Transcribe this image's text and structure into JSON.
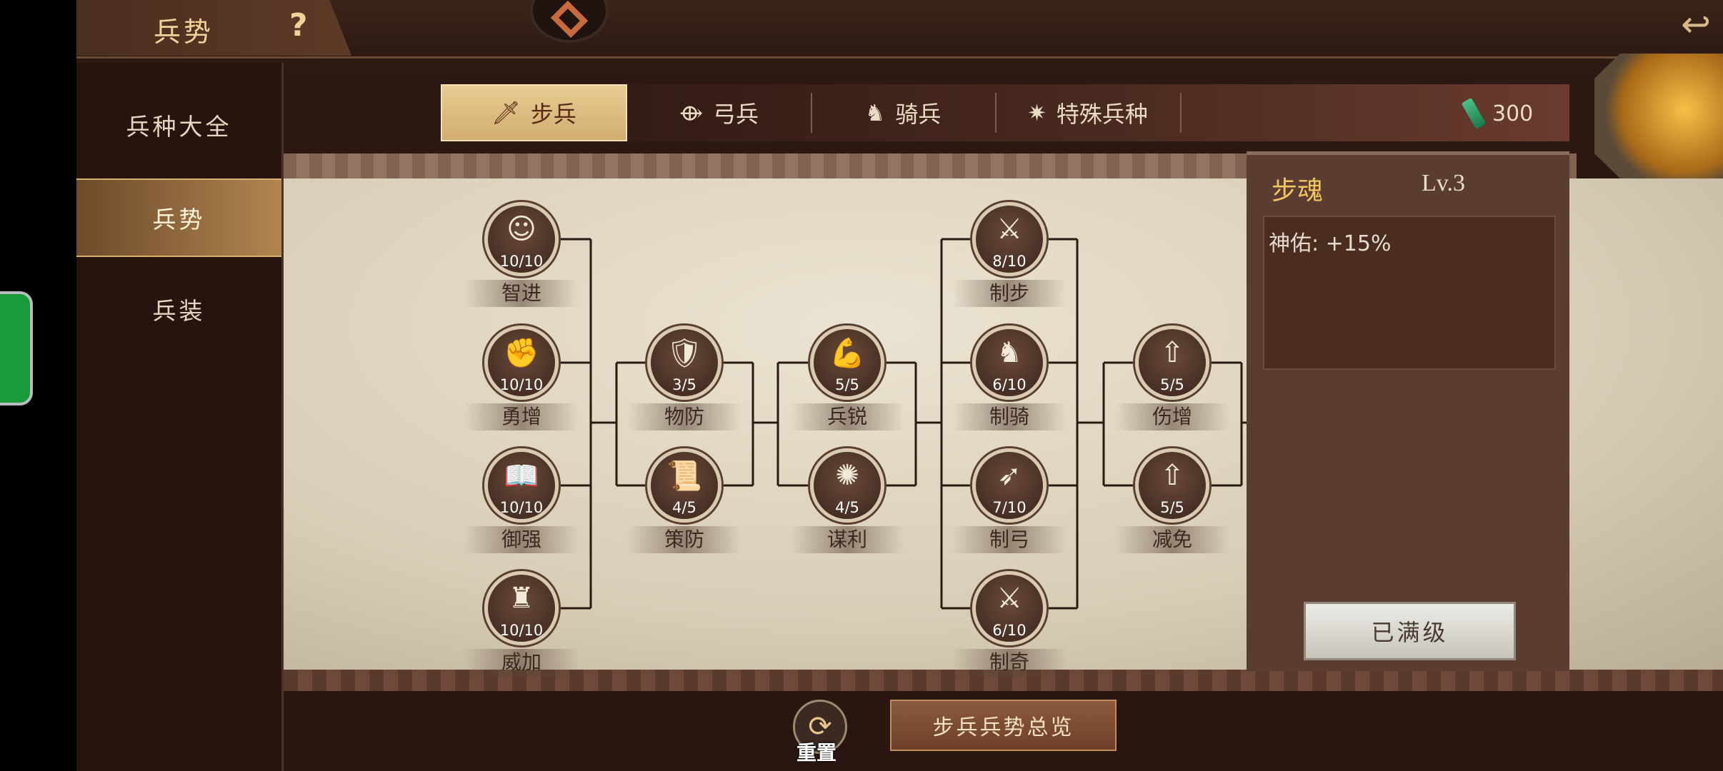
{
  "header": {
    "title": "兵势",
    "help": "?",
    "back_icon": "back-arrow-icon"
  },
  "sidebar": {
    "items": [
      {
        "label": "兵种大全"
      },
      {
        "label": "兵势",
        "selected": true
      },
      {
        "label": "兵装"
      }
    ]
  },
  "tabs": [
    {
      "label": "步兵",
      "icon": "🗡",
      "selected": true
    },
    {
      "label": "弓兵",
      "icon": "⟴"
    },
    {
      "label": "骑兵",
      "icon": "♞"
    },
    {
      "label": "特殊兵种",
      "icon": "✷"
    }
  ],
  "currency": {
    "value": "300",
    "icon": "bamboo-scroll-icon"
  },
  "nodes": [
    {
      "name": "智进",
      "level": "10/10",
      "glyph": "☺",
      "col": 0,
      "row": 0
    },
    {
      "name": "勇增",
      "level": "10/10",
      "glyph": "✊",
      "col": 0,
      "row": 1
    },
    {
      "name": "御强",
      "level": "10/10",
      "glyph": "📖",
      "col": 0,
      "row": 2
    },
    {
      "name": "威加",
      "level": "10/10",
      "glyph": "♜",
      "col": 0,
      "row": 3
    },
    {
      "name": "物防",
      "level": "3/5",
      "glyph": "🛡",
      "col": 1,
      "row": 1
    },
    {
      "name": "策防",
      "level": "4/5",
      "glyph": "📜",
      "col": 1,
      "row": 2
    },
    {
      "name": "兵锐",
      "level": "5/5",
      "glyph": "💪",
      "col": 2,
      "row": 1
    },
    {
      "name": "谋利",
      "level": "4/5",
      "glyph": "✺",
      "col": 2,
      "row": 2
    },
    {
      "name": "制步",
      "level": "8/10",
      "glyph": "⚔",
      "col": 3,
      "row": 0
    },
    {
      "name": "制骑",
      "level": "6/10",
      "glyph": "♞",
      "col": 3,
      "row": 1
    },
    {
      "name": "制弓",
      "level": "7/10",
      "glyph": "➶",
      "col": 3,
      "row": 2
    },
    {
      "name": "制奇",
      "level": "6/10",
      "glyph": "⚔",
      "col": 3,
      "row": 3
    },
    {
      "name": "伤增",
      "level": "5/5",
      "glyph": "⇧",
      "col": 4,
      "row": 1
    },
    {
      "name": "减免",
      "level": "5/5",
      "glyph": "⇧",
      "col": 4,
      "row": 2
    }
  ],
  "detail": {
    "name": "步魂",
    "level": "Lv.3",
    "description": "神佑: +15%",
    "button": "已满级"
  },
  "bottom": {
    "reset_label": "重置",
    "overview_label": "步兵兵势总览"
  }
}
